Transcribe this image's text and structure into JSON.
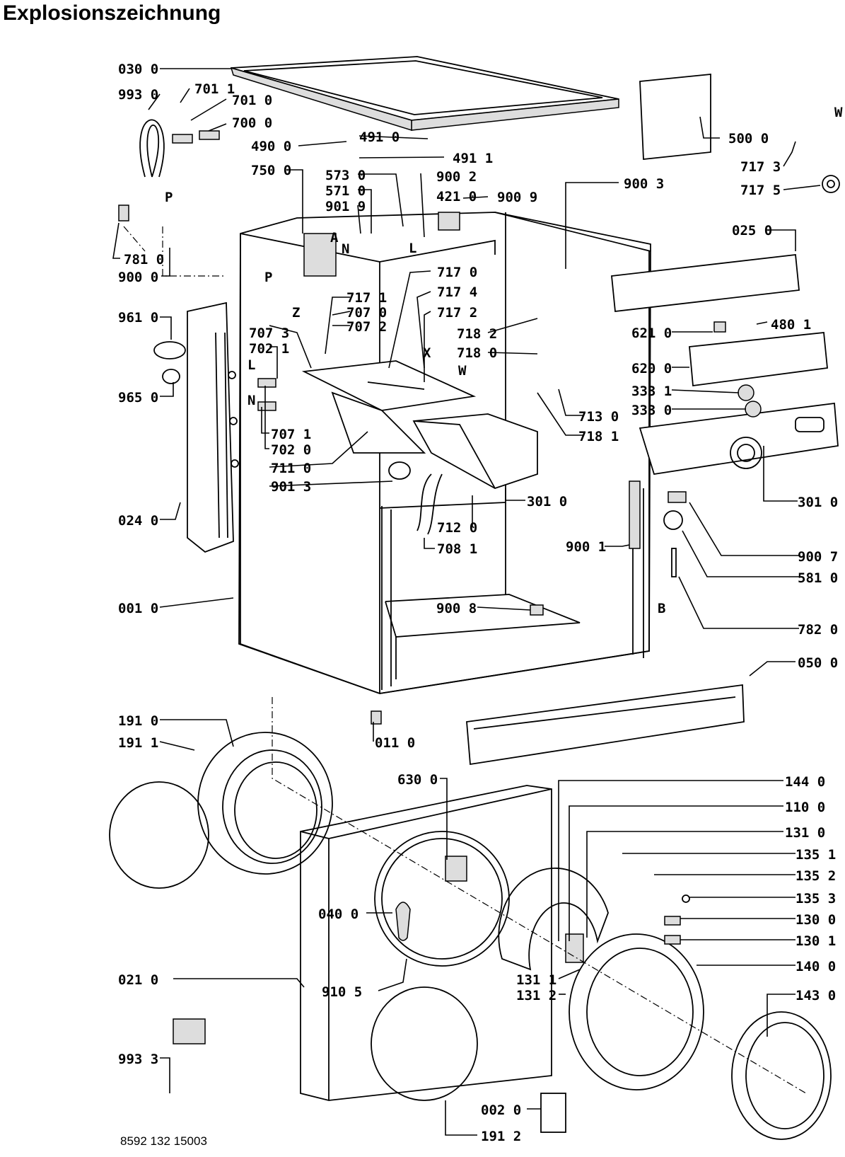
{
  "title": "Explosionszeichnung",
  "document_number": "8592 132 15003",
  "parts": [
    {
      "id": "p0300",
      "label": "030 0"
    },
    {
      "id": "p9930",
      "label": "993 0"
    },
    {
      "id": "p7011",
      "label": "701 1"
    },
    {
      "id": "p7010",
      "label": "701 0"
    },
    {
      "id": "p7000",
      "label": "700 0"
    },
    {
      "id": "p4900",
      "label": "490 0"
    },
    {
      "id": "p4910",
      "label": "491 0"
    },
    {
      "id": "p4911",
      "label": "491 1"
    },
    {
      "id": "p7500",
      "label": "750 0"
    },
    {
      "id": "p5730",
      "label": "573 0"
    },
    {
      "id": "p5710",
      "label": "571 0"
    },
    {
      "id": "p9019",
      "label": "901 9"
    },
    {
      "id": "p9002",
      "label": "900 2"
    },
    {
      "id": "p4210",
      "label": "421 0"
    },
    {
      "id": "p9009",
      "label": "900 9"
    },
    {
      "id": "p9003",
      "label": "900 3"
    },
    {
      "id": "p5000",
      "label": "500 0"
    },
    {
      "id": "p7173",
      "label": "717 3"
    },
    {
      "id": "p7175",
      "label": "717 5"
    },
    {
      "id": "p0250",
      "label": "025 0"
    },
    {
      "id": "p7810",
      "label": "781 0"
    },
    {
      "id": "p9000",
      "label": "900 0"
    },
    {
      "id": "p7170",
      "label": "717 0"
    },
    {
      "id": "p7174",
      "label": "717 4"
    },
    {
      "id": "p7171",
      "label": "717 1"
    },
    {
      "id": "p7070",
      "label": "707 0"
    },
    {
      "id": "p7172",
      "label": "717 2"
    },
    {
      "id": "p7072",
      "label": "707 2"
    },
    {
      "id": "p9610",
      "label": "961 0"
    },
    {
      "id": "p7073",
      "label": "707 3"
    },
    {
      "id": "p7021",
      "label": "702 1"
    },
    {
      "id": "p7182",
      "label": "718 2"
    },
    {
      "id": "p7180",
      "label": "718 0"
    },
    {
      "id": "p6210",
      "label": "621 0"
    },
    {
      "id": "p4801",
      "label": "480 1"
    },
    {
      "id": "p6200",
      "label": "620 0"
    },
    {
      "id": "p9650",
      "label": "965 0"
    },
    {
      "id": "p3331",
      "label": "333 1"
    },
    {
      "id": "p3330",
      "label": "333 0"
    },
    {
      "id": "p7130",
      "label": "713 0"
    },
    {
      "id": "p7181",
      "label": "718 1"
    },
    {
      "id": "p7071",
      "label": "707 1"
    },
    {
      "id": "p7020",
      "label": "702 0"
    },
    {
      "id": "p7110",
      "label": "711 0"
    },
    {
      "id": "p9013",
      "label": "901 3"
    },
    {
      "id": "p3010a",
      "label": "301 0"
    },
    {
      "id": "p3010b",
      "label": "301 0"
    },
    {
      "id": "p0240",
      "label": "024 0"
    },
    {
      "id": "p7120",
      "label": "712 0"
    },
    {
      "id": "p7081",
      "label": "708 1"
    },
    {
      "id": "p9001",
      "label": "900 1"
    },
    {
      "id": "p9007",
      "label": "900 7"
    },
    {
      "id": "p5810",
      "label": "581 0"
    },
    {
      "id": "p0010",
      "label": "001 0"
    },
    {
      "id": "p9008",
      "label": "900 8"
    },
    {
      "id": "p7820",
      "label": "782 0"
    },
    {
      "id": "p0500",
      "label": "050 0"
    },
    {
      "id": "p1910",
      "label": "191 0"
    },
    {
      "id": "p1911",
      "label": "191 1"
    },
    {
      "id": "p0110",
      "label": "011 0"
    },
    {
      "id": "p6300",
      "label": "630 0"
    },
    {
      "id": "p1440",
      "label": "144 0"
    },
    {
      "id": "p1100",
      "label": "110 0"
    },
    {
      "id": "p1310",
      "label": "131 0"
    },
    {
      "id": "p1351",
      "label": "135 1"
    },
    {
      "id": "p1352",
      "label": "135 2"
    },
    {
      "id": "p1353",
      "label": "135 3"
    },
    {
      "id": "p0400",
      "label": "040 0"
    },
    {
      "id": "p1300",
      "label": "130 0"
    },
    {
      "id": "p1301",
      "label": "130 1"
    },
    {
      "id": "p1400",
      "label": "140 0"
    },
    {
      "id": "p0210",
      "label": "021 0"
    },
    {
      "id": "p9105",
      "label": "910 5"
    },
    {
      "id": "p1311",
      "label": "131 1"
    },
    {
      "id": "p1312",
      "label": "131 2"
    },
    {
      "id": "p1430",
      "label": "143 0"
    },
    {
      "id": "p9933",
      "label": "993 3"
    },
    {
      "id": "p0020",
      "label": "002 0"
    },
    {
      "id": "p1912",
      "label": "191 2"
    }
  ],
  "connector_letters": [
    "P",
    "P",
    "A",
    "N",
    "L",
    "Z",
    "X",
    "W",
    "W",
    "L",
    "N",
    "B"
  ]
}
